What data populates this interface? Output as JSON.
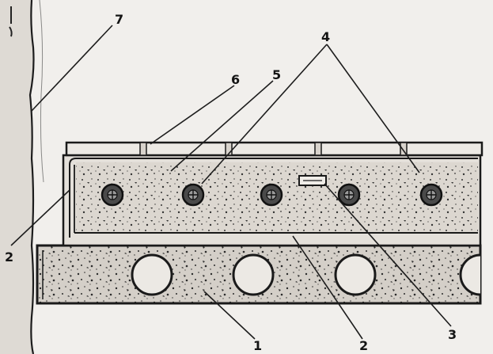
{
  "diagram": {
    "callouts": [
      {
        "id": "1",
        "text": "1"
      },
      {
        "id": "2a",
        "text": "2"
      },
      {
        "id": "2b",
        "text": "2"
      },
      {
        "id": "3",
        "text": "3"
      },
      {
        "id": "4",
        "text": "4"
      },
      {
        "id": "5",
        "text": "5"
      },
      {
        "id": "6",
        "text": "6"
      },
      {
        "id": "7",
        "text": "7"
      }
    ],
    "colors": {
      "ink": "#1b1b1b",
      "paper": "#f1efec",
      "slab_fill": "#cfcac3",
      "screed_fill": "#d8d3cc",
      "pipe_fill": "#4a4a4a"
    }
  }
}
